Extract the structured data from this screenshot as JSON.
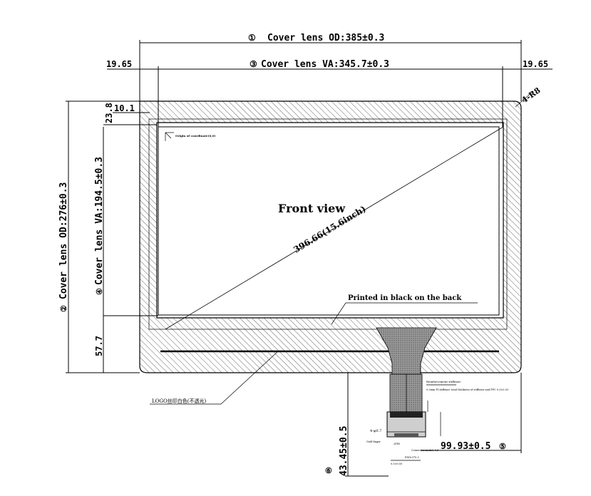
{
  "drawing": {
    "dim_od_width": "Cover lens OD:385±0.3",
    "dim_od_width_num": "①",
    "dim_va_width": "Cover lens VA:345.7±0.3",
    "dim_va_width_num": "③",
    "margin_left": "19.65",
    "margin_right": "19.65",
    "dim_top_border": "23.8",
    "dim_left_border": "10.1",
    "dim_od_height": "Cover lens OD:276±0.3",
    "dim_od_height_num": "②",
    "dim_va_height": "Cover lens VA:194.5±0.3",
    "dim_va_height_num": "④",
    "dim_bottom_border": "57.7",
    "corner_radius": "4-R8",
    "view_label": "Front view",
    "diagonal": "396.66(15.6inch)",
    "printed_note": "Printed in black on the back",
    "logo_note": "LOGO丝印白色(不透光)",
    "origin_note": "Origin of coordinate(0,0)",
    "fpc_offset": "99.93±0.5",
    "fpc_offset_num": "⑤",
    "fpc_length": "43.45±0.5",
    "fpc_length_num": "⑥",
    "small_labels": {
      "reinforce": "Reinforcement stiffener",
      "contact": "0.3mm PI stiffener, total thickness of stiffener and FPC 0.3±0.03",
      "pitch": "4-φ0.7",
      "gold": "Gold finger",
      "connector": "Connector model: 0.5",
      "pin": "2PIN",
      "bottom_a": "PIN0.5*0.5",
      "bottom_b": "0.5±0.05"
    }
  }
}
